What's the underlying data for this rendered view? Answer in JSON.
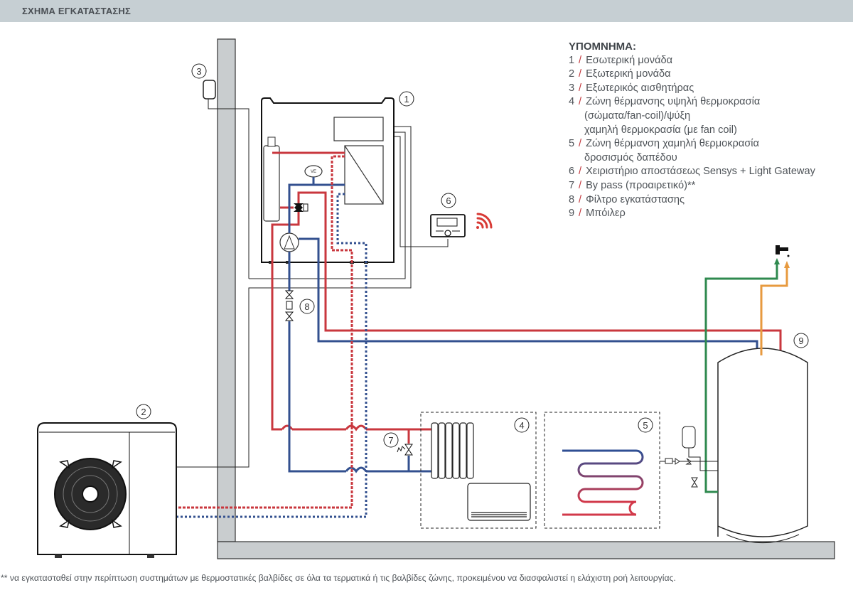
{
  "header": {
    "title": "ΣΧΗΜΑ ΕΓΚΑΤΑΣΤΑΣΗΣ"
  },
  "legend": {
    "title": "ΥΠΟΜΝΗΜΑ:",
    "separator": "/",
    "items": [
      {
        "num": "1",
        "lines": [
          "Εσωτερική μονάδα"
        ]
      },
      {
        "num": "2",
        "lines": [
          "Εξωτερική μονάδα"
        ]
      },
      {
        "num": "3",
        "lines": [
          "Εξωτερικός αισθητήρας"
        ]
      },
      {
        "num": "4",
        "lines": [
          "Ζώνη θέρμανσης υψηλή θερμοκρασία",
          "(σώματα/fan-coil)/ψύξη",
          "χαμηλή θερμοκρασία (με fan coil)"
        ]
      },
      {
        "num": "5",
        "lines": [
          "Ζώνη θέρμανση χαμηλή θερμοκρασία",
          "δροσισμός δαπέδου"
        ]
      },
      {
        "num": "6",
        "lines": [
          "Χειριστήριο αποστάσεως Sensys + Light Gateway"
        ]
      },
      {
        "num": "7",
        "lines": [
          "By pass (προαιρετικό)**"
        ]
      },
      {
        "num": "8",
        "lines": [
          "Φίλτρο εγκατάστασης"
        ]
      },
      {
        "num": "9",
        "lines": [
          "Μπόιλερ"
        ]
      }
    ]
  },
  "callouts": {
    "c1": "1",
    "c2": "2",
    "c3": "3",
    "c4": "4",
    "c5": "5",
    "c6": "6",
    "c7": "7",
    "c8": "8",
    "c9": "9"
  },
  "labels": {
    "expansion_vessel": "VE"
  },
  "colors": {
    "hot_pipe": "#c9373e",
    "cold_pipe": "#33508f",
    "cold_water": "#2f8a4f",
    "hot_water": "#e79a3f",
    "wall": "#c9cdcf",
    "header_bg": "#c6cfd3",
    "wifi": "#d83a35"
  },
  "footnote": "** να εγκατασταθεί στην περίπτωση συστημάτων με θερμοστατικές βαλβίδες σε όλα τα τερματικά ή τις βαλβίδες ζώνης, προκειμένου να διασφαλιστεί η ελάχιστη ροή λειτουργίας."
}
